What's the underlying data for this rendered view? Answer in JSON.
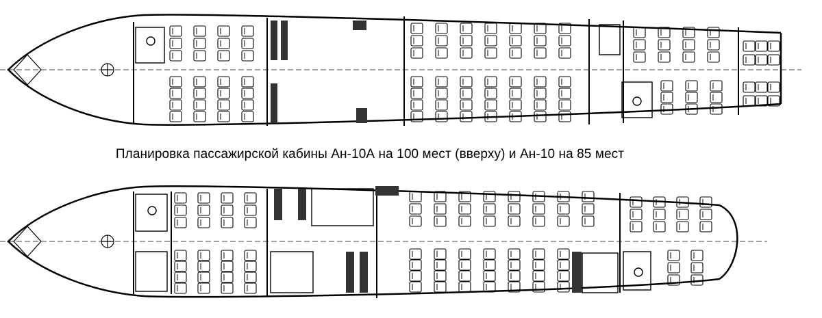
{
  "caption": "Планировка пассажирской кабины Ан-10А на 100 мест (вверху) и Ан-10 на 85 мест",
  "plans": [
    {
      "id": "an-10a",
      "variant": "Ан-10А",
      "seats": 100,
      "position": "top"
    },
    {
      "id": "an-10",
      "variant": "Ан-10",
      "seats": 85,
      "position": "bottom"
    }
  ],
  "colors": {
    "line": "#000000",
    "seat": "#000000",
    "hatch": "#333333",
    "background": "#ffffff"
  }
}
